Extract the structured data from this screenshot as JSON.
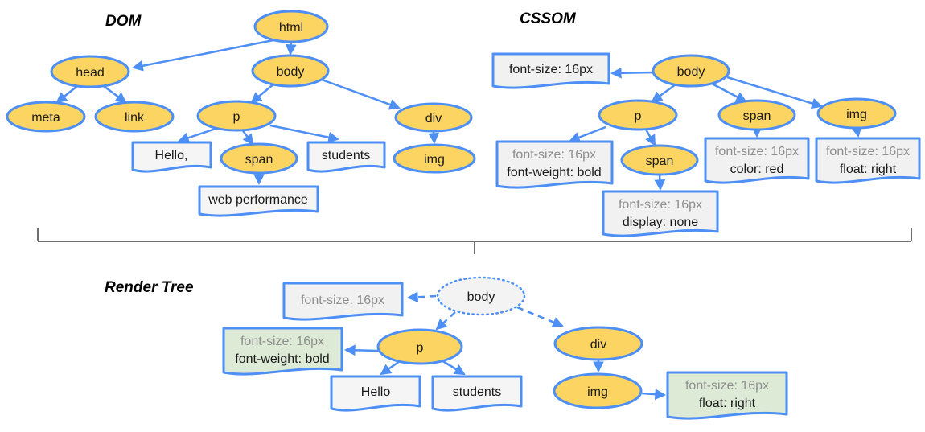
{
  "dom": {
    "title": "DOM",
    "nodes": {
      "html": "html",
      "head": "head",
      "meta": "meta",
      "link": "link",
      "body": "body",
      "p": "p",
      "span": "span",
      "div": "div",
      "img": "img"
    },
    "texts": {
      "hello": "Hello,",
      "students": "students",
      "web_performance": "web performance"
    }
  },
  "cssom": {
    "title": "CSSOM",
    "nodes": {
      "body": "body",
      "p": "p",
      "span": "span",
      "span_child": "span",
      "img": "img"
    },
    "rules": {
      "body": {
        "l1": "font-size: 16px"
      },
      "p": {
        "l1": "font-size: 16px",
        "l2": "font-weight: bold"
      },
      "span": {
        "l1": "font-size: 16px",
        "l2": "color: red"
      },
      "span_child": {
        "l1": "font-size: 16px",
        "l2": "display: none"
      },
      "img": {
        "l1": "font-size: 16px",
        "l2": "float: right"
      }
    }
  },
  "render_tree": {
    "title": "Render Tree",
    "nodes": {
      "body": "body",
      "p": "p",
      "div": "div",
      "img": "img"
    },
    "texts": {
      "hello": "Hello",
      "students": "students"
    },
    "rules": {
      "body": {
        "l1": "font-size: 16px"
      },
      "p": {
        "l1": "font-size: 16px",
        "l2": "font-weight: bold"
      },
      "img": {
        "l1": "font-size: 16px",
        "l2": "float: right"
      }
    }
  },
  "colors": {
    "node_fill_yellow": "#FCD462",
    "stroke_blue": "#4D8FF5",
    "box_fill_light": "#F5F5F5",
    "box_fill_gray": "#F1F1F1",
    "box_fill_green": "#DDEBD6",
    "render_body_fill": "#F3F3F3",
    "divider_gray": "#6E6E6E",
    "text_black": "#1A1A1A",
    "text_gray": "#8E8E8E"
  }
}
